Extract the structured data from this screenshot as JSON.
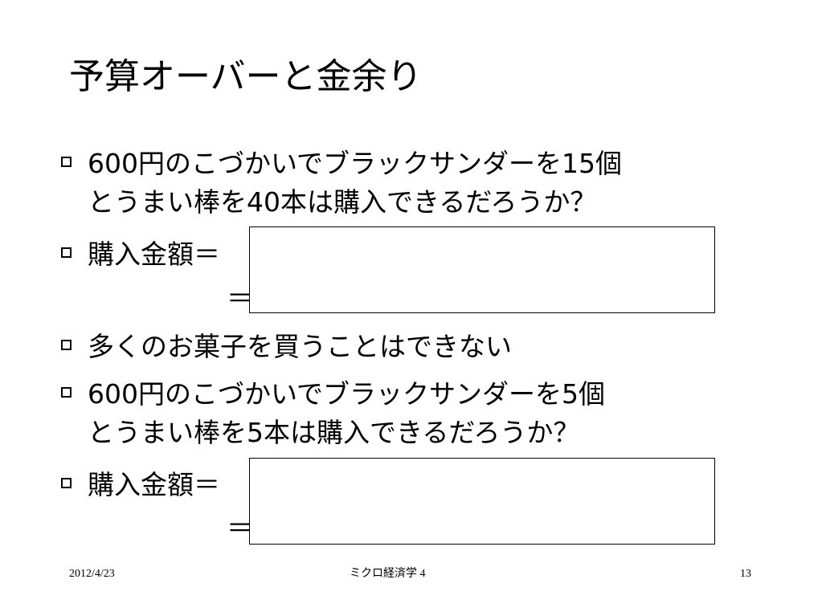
{
  "title": "予算オーバーと金余り",
  "bullets": [
    {
      "line1": "600円のこづかいでブラックサンダーを15個",
      "line2": "とうまい棒を40本は購入できるだろうか？"
    },
    {
      "text": "購入金額＝"
    },
    {
      "text": "多くのお菓子を買うことはできない"
    },
    {
      "line1": "600円のこづかいでブラックサンダーを5個",
      "line2": "とうまい棒を5本は購入できるだろうか？"
    },
    {
      "text": "購入金額＝"
    }
  ],
  "equals": "＝",
  "footer": {
    "date": "2012/4/23",
    "course": "ミクロ経済学 4",
    "page": "13"
  }
}
